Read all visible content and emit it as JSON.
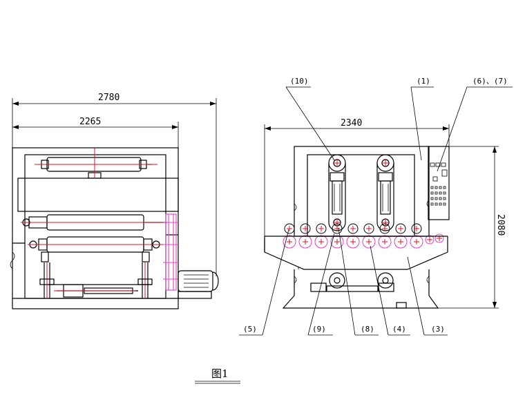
{
  "left_view": {
    "dim_overall": "2780",
    "dim_inner": "2265"
  },
  "right_view": {
    "dim_width": "2340",
    "dim_height": "2080",
    "labels": {
      "l1": "(1)",
      "l3": "(3)",
      "l4": "(4)",
      "l5": "(5)",
      "l67": "(6)、(7)",
      "l8": "(8)",
      "l9": "(9)",
      "l10": "(10)"
    }
  },
  "caption": "图1",
  "colors": {
    "line": "#000000",
    "axis_red": "#e0102a",
    "belt_pink": "#e040c0"
  }
}
